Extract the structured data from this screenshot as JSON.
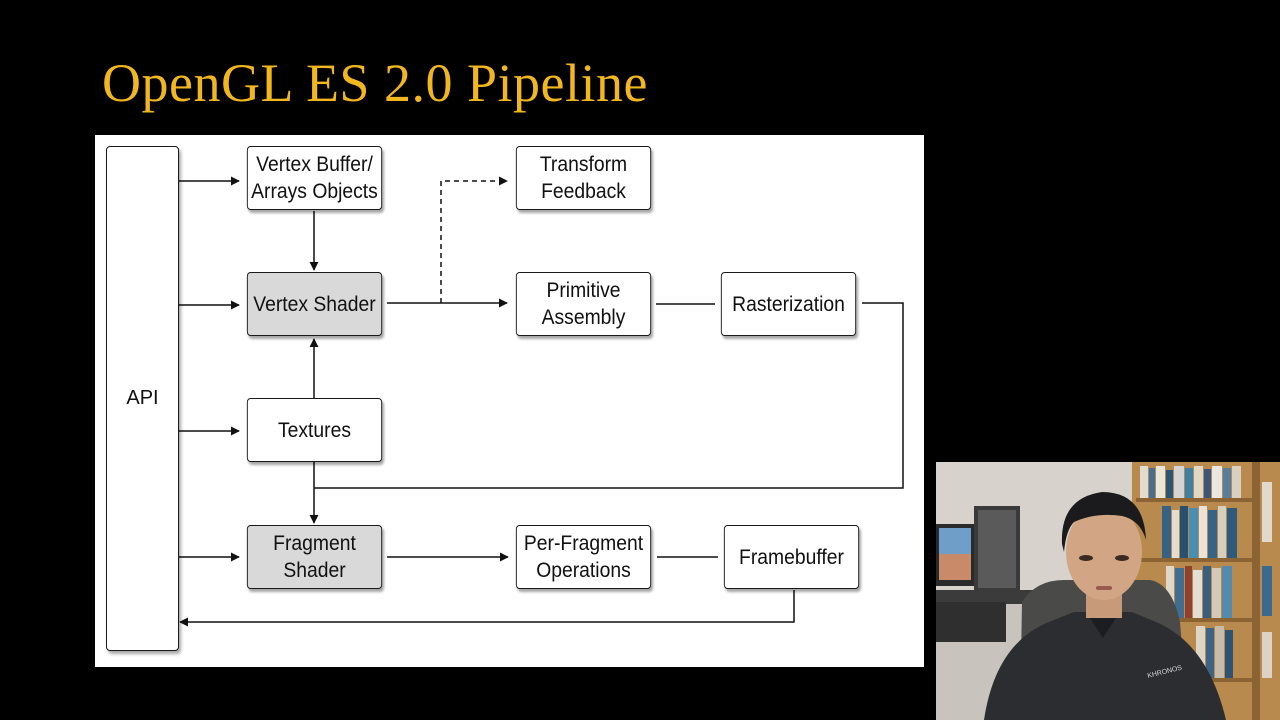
{
  "slide": {
    "title": "OpenGL ES 2.0 Pipeline"
  },
  "diagram": {
    "api_label": "API",
    "nodes": {
      "vertex_buffer": "Vertex Buffer/\nArrays Objects",
      "transform_feedback": "Transform\nFeedback",
      "vertex_shader": "Vertex Shader",
      "primitive_assembly": "Primitive\nAssembly",
      "rasterization": "Rasterization",
      "textures": "Textures",
      "fragment_shader": "Fragment\nShader",
      "per_fragment_operations": "Per-Fragment\nOperations",
      "framebuffer": "Framebuffer"
    },
    "colors": {
      "shaded_box": "#d9d9d9",
      "title": "#f2b71f"
    }
  },
  "webcam": {
    "shirt_logo": "KHRONOS"
  }
}
